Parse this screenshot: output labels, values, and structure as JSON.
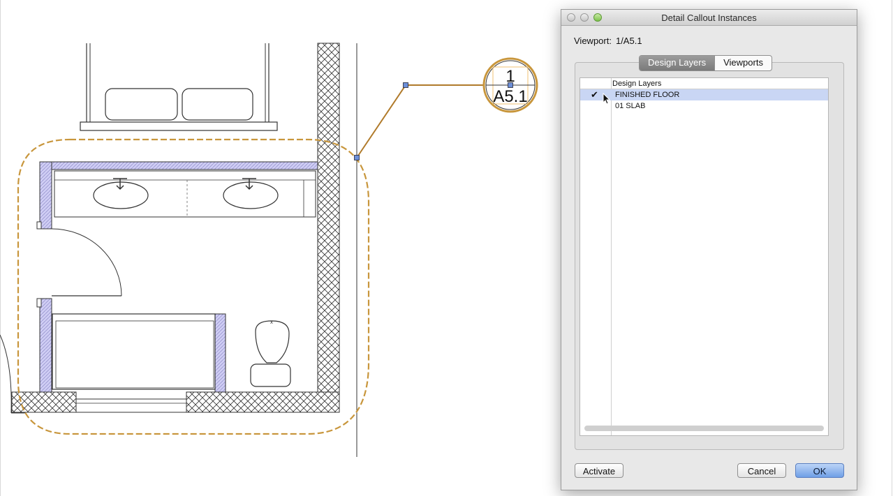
{
  "callout": {
    "number": "1",
    "sheet": "A5.1"
  },
  "dialog": {
    "title": "Detail Callout Instances",
    "viewport_label": "Viewport:",
    "viewport_value": "1/A5.1",
    "tabs": [
      {
        "label": "Design Layers",
        "active": true
      },
      {
        "label": "Viewports",
        "active": false
      }
    ],
    "table": {
      "column_header": "Design Layers",
      "rows": [
        {
          "checked": true,
          "name": "FINISHED FLOOR",
          "selected": true
        },
        {
          "checked": false,
          "name": "01 SLAB",
          "selected": false
        }
      ]
    },
    "buttons": {
      "activate": "Activate",
      "cancel": "Cancel",
      "ok": "OK"
    }
  },
  "colors": {
    "callout_outline": "#c8963c",
    "wall_fill": "#c9c6f2",
    "selection": "#c9d6f4",
    "default_button": "#6f9fe6"
  }
}
